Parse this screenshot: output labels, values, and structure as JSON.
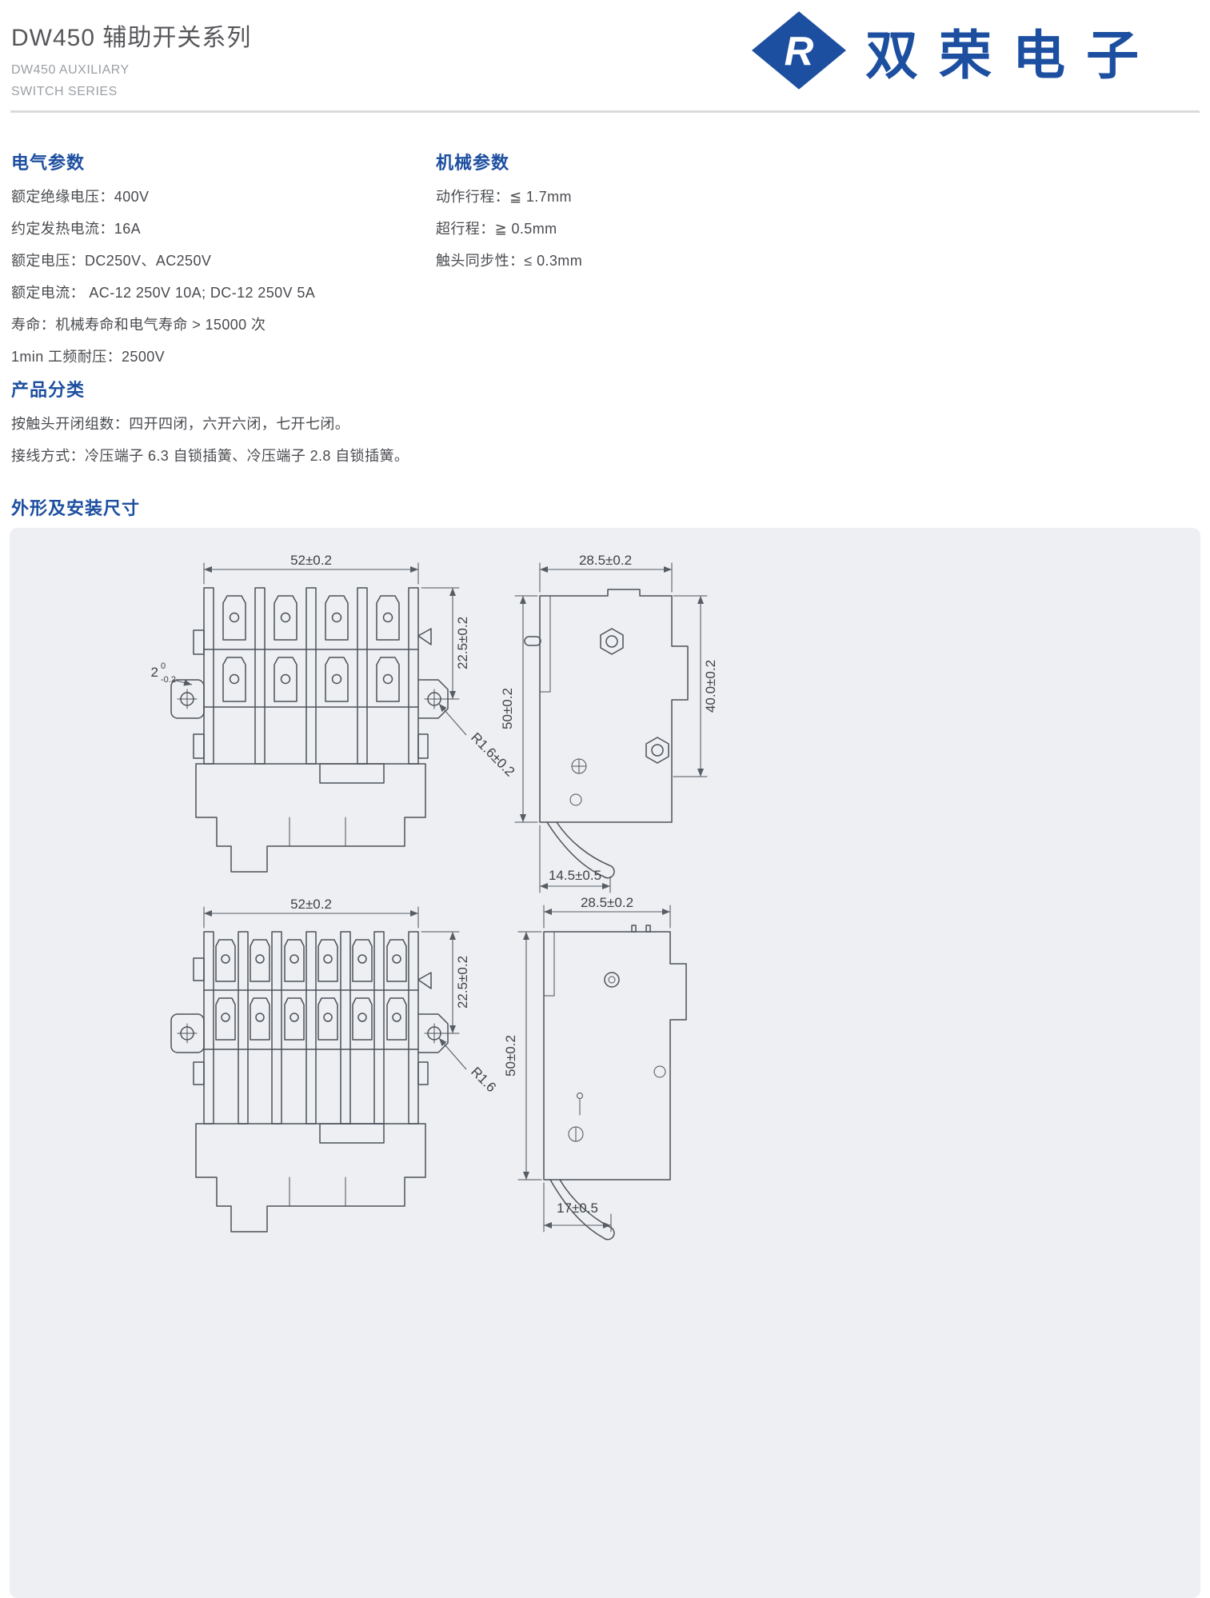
{
  "colors": {
    "accent": "#1d4fa0",
    "panel_bg": "#edeff2",
    "line": "#4d525a"
  },
  "header": {
    "title": "DW450 辅助开关系列",
    "subtitle": [
      "DW450 AUXILIARY",
      "SWITCH SERIES"
    ],
    "brand": {
      "name": "双荣电子",
      "logo_letter": "R"
    }
  },
  "sections": {
    "electrical": {
      "heading": "电气参数",
      "items": [
        "额定绝缘电压：400V",
        "约定发热电流：16A",
        "额定电压：DC250V、AC250V",
        "额定电流： AC-12 250V 10A; DC-12 250V 5A",
        "寿命：机械寿命和电气寿命 > 15000 次",
        "1min 工频耐压：2500V"
      ]
    },
    "mechanical": {
      "heading": "机械参数",
      "items": [
        "动作行程：≦ 1.7mm",
        "超行程：≧ 0.5mm",
        "触头同步性：≤ 0.3mm"
      ]
    },
    "classification": {
      "heading": "产品分类",
      "items": [
        "按触头开闭组数：四开四闭，六开六闭，七开七闭。",
        "接线方式：冷压端子 6.3 自锁插簧、冷压端子 2.8 自锁插簧。"
      ]
    },
    "dimensions": {
      "heading": "外形及安装尺寸"
    }
  },
  "drawings": {
    "front_4pole": {
      "width": "52±0.2",
      "height": "22.5±0.2",
      "step": "2",
      "step_upper": "0",
      "step_lower": "-0.2",
      "radius": "R1.6±0.2"
    },
    "side_a": {
      "width": "28.5±0.2",
      "height": "50±0.2",
      "hole_height": "40.0±0.2",
      "lever_reach": "14.5±0.5"
    },
    "front_6pole": {
      "width": "52±0.2",
      "height": "22.5±0.2",
      "radius": "R1.6"
    },
    "side_b": {
      "width": "28.5±0.2",
      "height": "50±0.2",
      "lever_reach": "17±0.5"
    }
  }
}
